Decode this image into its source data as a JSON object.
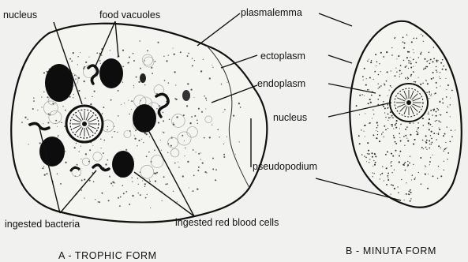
{
  "panels": [
    {
      "id": "A",
      "caption": "A - TROPHIC FORM"
    },
    {
      "id": "B",
      "caption": "B - MINUTA FORM"
    }
  ],
  "labels": {
    "nucleus_a": "nucleus",
    "food_vacuoles": "food vacuoles",
    "plasmalemma": "plasmalemma",
    "ectoplasm": "ectoplasm",
    "endoplasm": "endoplasm",
    "nucleus_b": "nucleus",
    "pseudopodium": "pseudopodium",
    "ingested_bacteria": "ingested bacteria",
    "ingested_rbc": "ingested red blood cells"
  },
  "colors": {
    "background": "#f1f1ef",
    "ink": "#111111"
  }
}
